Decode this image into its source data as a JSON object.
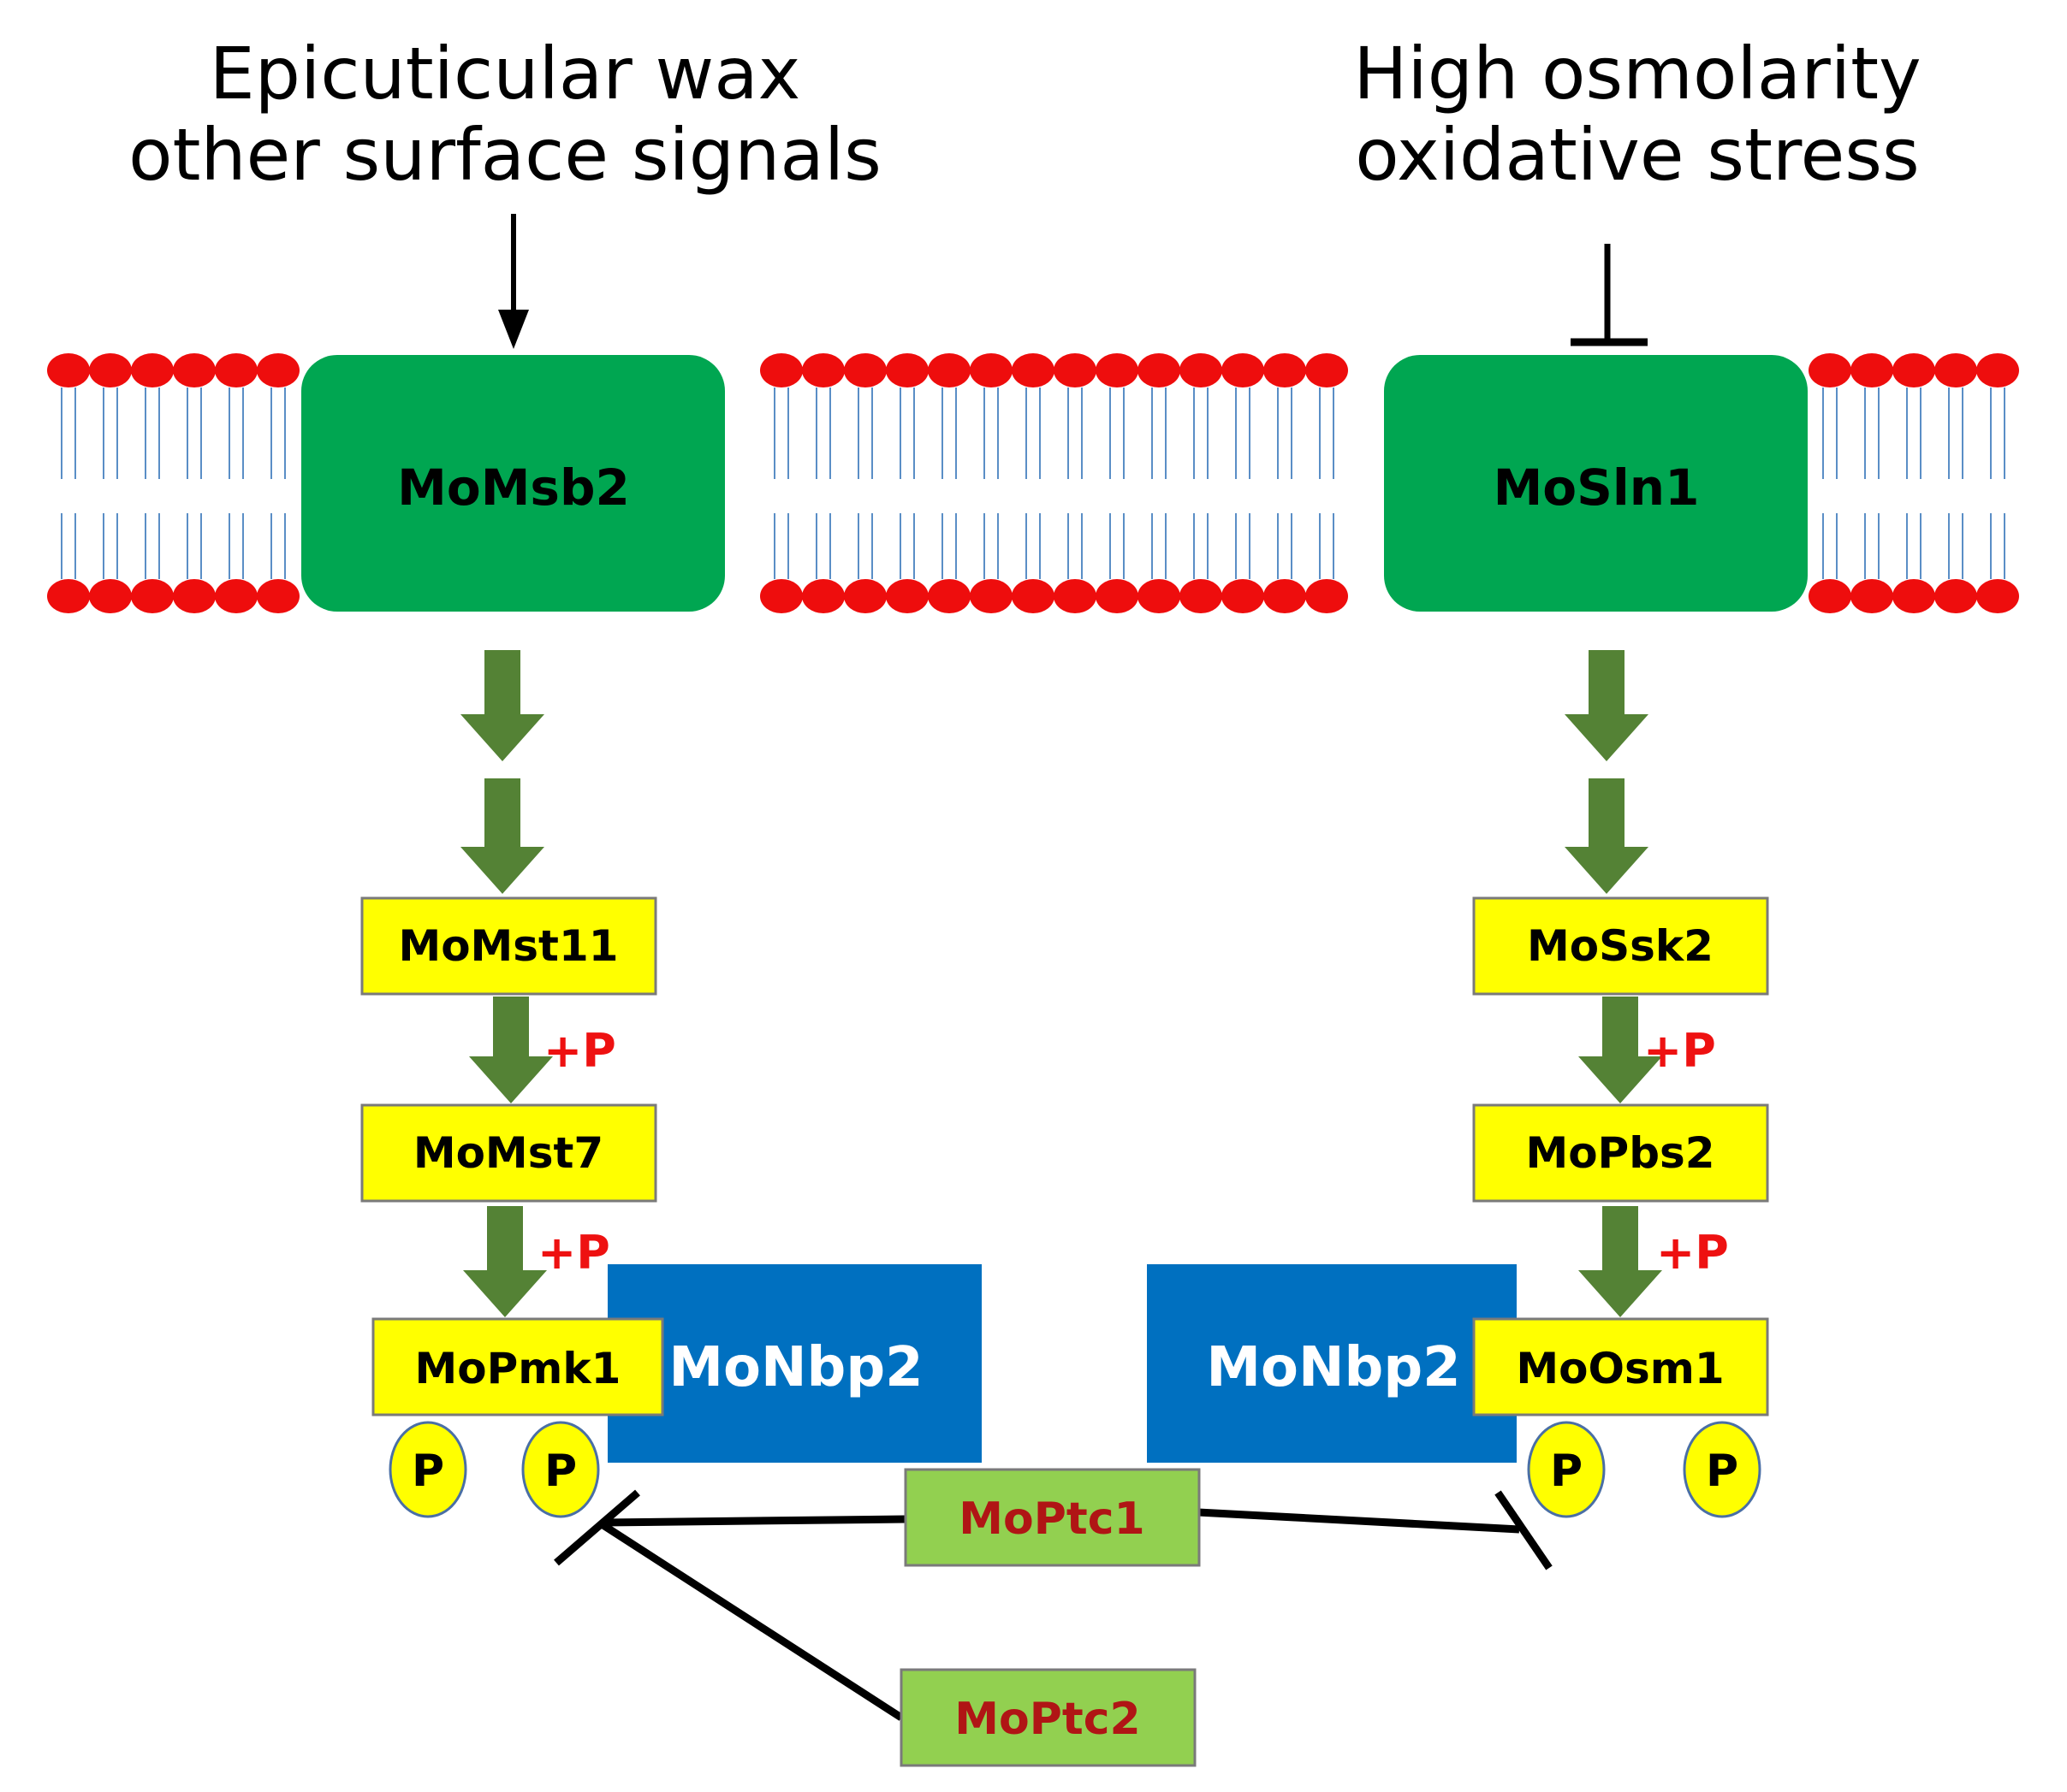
{
  "signals": {
    "left": [
      "Epicuticular wax",
      "other surface signals"
    ],
    "right": [
      "High osmolarity",
      "oxidative stress"
    ]
  },
  "receptors": {
    "left": "MoMsb2",
    "right": "MoSln1"
  },
  "kinases": {
    "left": [
      "MoMst11",
      "MoMst7",
      "MoPmk1"
    ],
    "right": [
      "MoSsk2",
      "MoPbs2",
      "MoOsm1"
    ]
  },
  "nbp": {
    "left": "MoNbp2",
    "right": "MoNbp2"
  },
  "phosphorylation_label": "+P",
  "phospho_marker": "P",
  "phosphatases": {
    "ptc1": "MoPtc1",
    "ptc2": "MoPtc2"
  },
  "colors": {
    "membrane_head": "#ee0d0d",
    "membrane_tail": "#5a8ec6",
    "receptor": "#00a651",
    "kinase_box": "#ffff00",
    "nbp_box": "#0070c0",
    "phosphatase_box": "#92d050",
    "cascade_arrow": "#548235",
    "phosphatase_text": "#b01515",
    "plus_p_text": "#ee1111"
  }
}
